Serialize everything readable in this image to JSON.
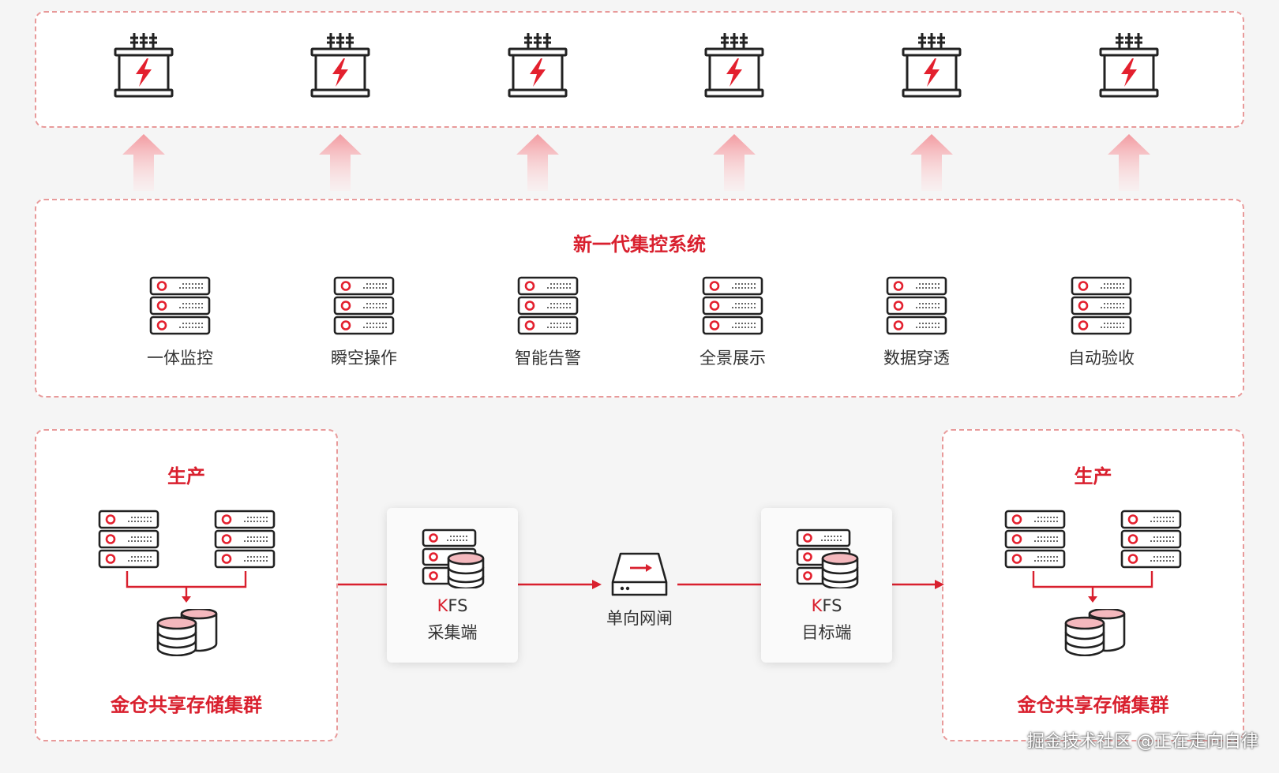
{
  "field": {
    "devices": [
      "transformer",
      "transformer",
      "transformer",
      "transformer",
      "transformer",
      "transformer"
    ]
  },
  "control_system": {
    "title": "新一代集控系统",
    "modules": [
      "一体监控",
      "瞬空操作",
      "智能告警",
      "全景展示",
      "数据穿透",
      "自动验收"
    ]
  },
  "left_site": {
    "title": "生产",
    "storage_label": "金仓共享存储集群"
  },
  "right_site": {
    "title": "生产",
    "storage_label": "金仓共享存储集群"
  },
  "kfs_collect": {
    "brand_k": "K",
    "brand_rest": "FS",
    "label": "采集端"
  },
  "gateway": {
    "label": "单向网闸"
  },
  "kfs_target": {
    "brand_k": "K",
    "brand_rest": "FS",
    "label": "目标端"
  },
  "watermark": "掘金技术社区 @正在走向自律",
  "colors": {
    "accent": "#d9202e",
    "dash_border": "#e89a9a",
    "arrow_fill": "#f6b0b4",
    "background": "#f5f5f5"
  }
}
